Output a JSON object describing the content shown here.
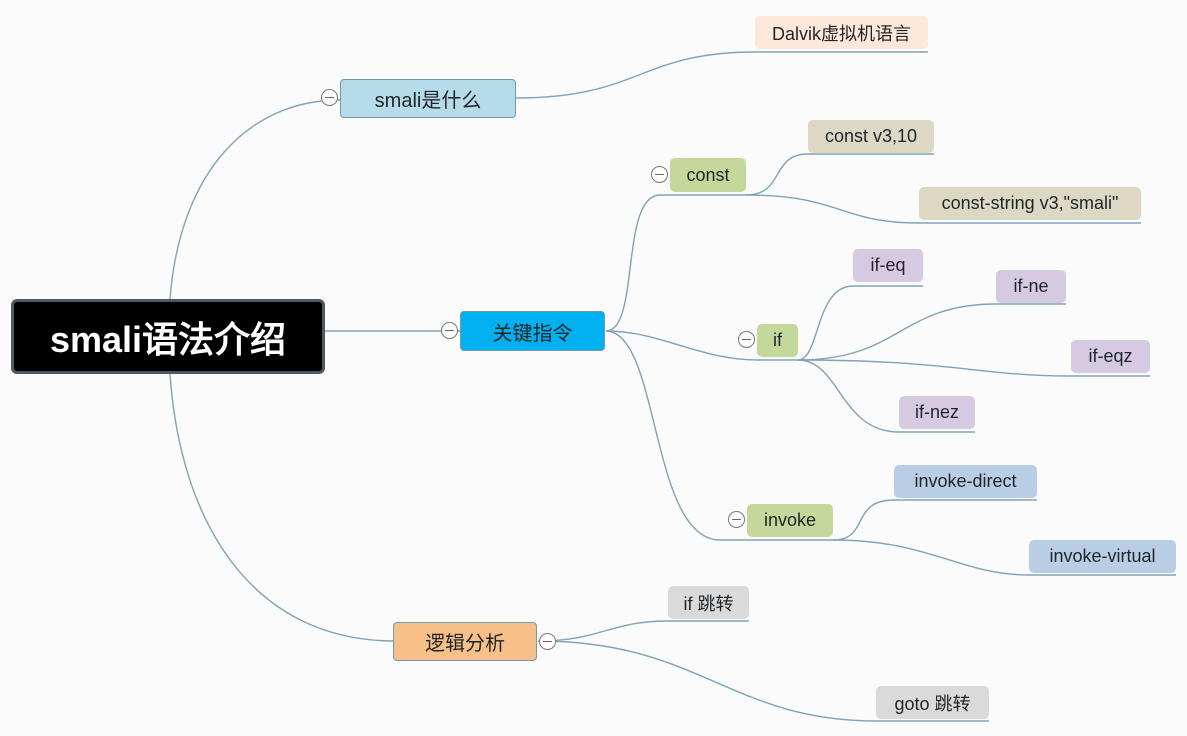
{
  "root": {
    "label": "smali语法介绍"
  },
  "branches": {
    "what": {
      "label": "smali是什么",
      "children": {
        "dalvik": "Dalvik虚拟机语言"
      }
    },
    "instructions": {
      "label": "关键指令",
      "const": {
        "label": "const",
        "children": {
          "c1": "const v3,10",
          "c2": "const-string v3,\"smali\""
        }
      },
      "if": {
        "label": "if",
        "children": {
          "eq": "if-eq",
          "ne": "if-ne",
          "eqz": "if-eqz",
          "nez": "if-nez"
        }
      },
      "invoke": {
        "label": "invoke",
        "children": {
          "direct": "invoke-direct",
          "virtual": "invoke-virtual"
        }
      }
    },
    "logic": {
      "label": "逻辑分析",
      "children": {
        "if_jump": "if 跳转",
        "goto_jump": "goto 跳转"
      }
    }
  },
  "colors": {
    "root_fill": "#000000",
    "what_fill": "#b6dbe9",
    "instructions_fill": "#00b0f0",
    "logic_fill": "#f8c089",
    "const_fill": "#c4d89b",
    "if_fill": "#c4d89b",
    "invoke_fill": "#c4d89b",
    "dalvik_fill": "#fde8da",
    "const_children_fill": "#ddd8c4",
    "if_children_fill": "#d6c9e2",
    "invoke_children_fill": "#b9cde5",
    "logic_children_fill": "#dadada",
    "connector": "#7fa3b7"
  }
}
